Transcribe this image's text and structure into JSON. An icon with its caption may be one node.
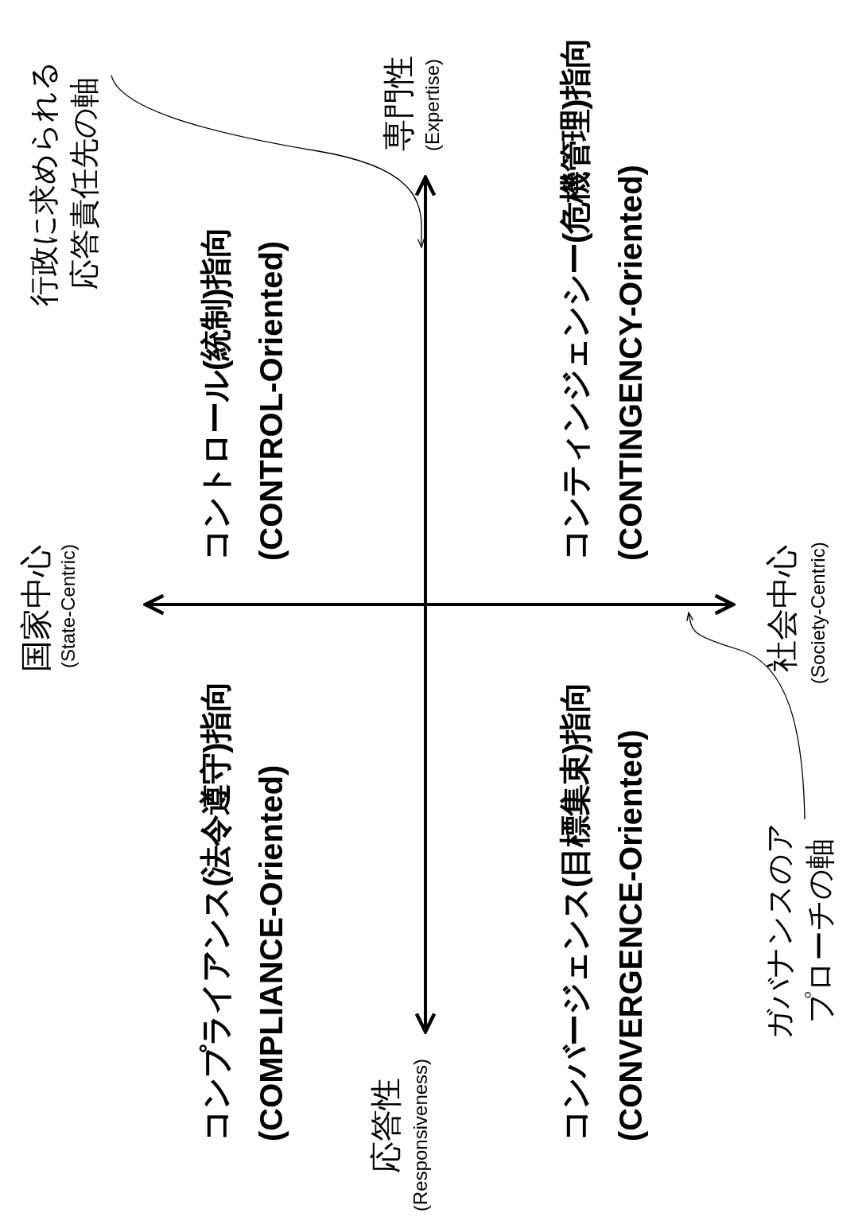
{
  "diagram": {
    "nodes": [
      {
        "text": [
          "行政に求められる応答責任先の軸"
        ]
      },
      {
        "text": [
          "ガバナンスのアプローチの軸"
        ]
      }
    ],
    "edges": [
      {
        "from": 0,
        "to": null,
        "arrow": "to"
      },
      {
        "from": 1,
        "to": null,
        "arrow": "to"
      }
    ],
    "labels": [
      "国家中心",
      "(State-Centric)",
      "コンプライアンス(法令遵守)指向",
      "(COMPLIANCE-Oriented)",
      "コントロール(統制)指向",
      "(CONTROL-Oriented)",
      "応答性",
      "(Responsiveness)",
      "専門性",
      "(Expertise)",
      "コンバージェンス(目標集束)指向",
      "(CONVERGENCE-Oriented)",
      "コンティンジェンシー(危機管理)指向",
      "(CONTINGENCY-Oriented)",
      "社会中心",
      "(Society-Centric)"
    ]
  }
}
